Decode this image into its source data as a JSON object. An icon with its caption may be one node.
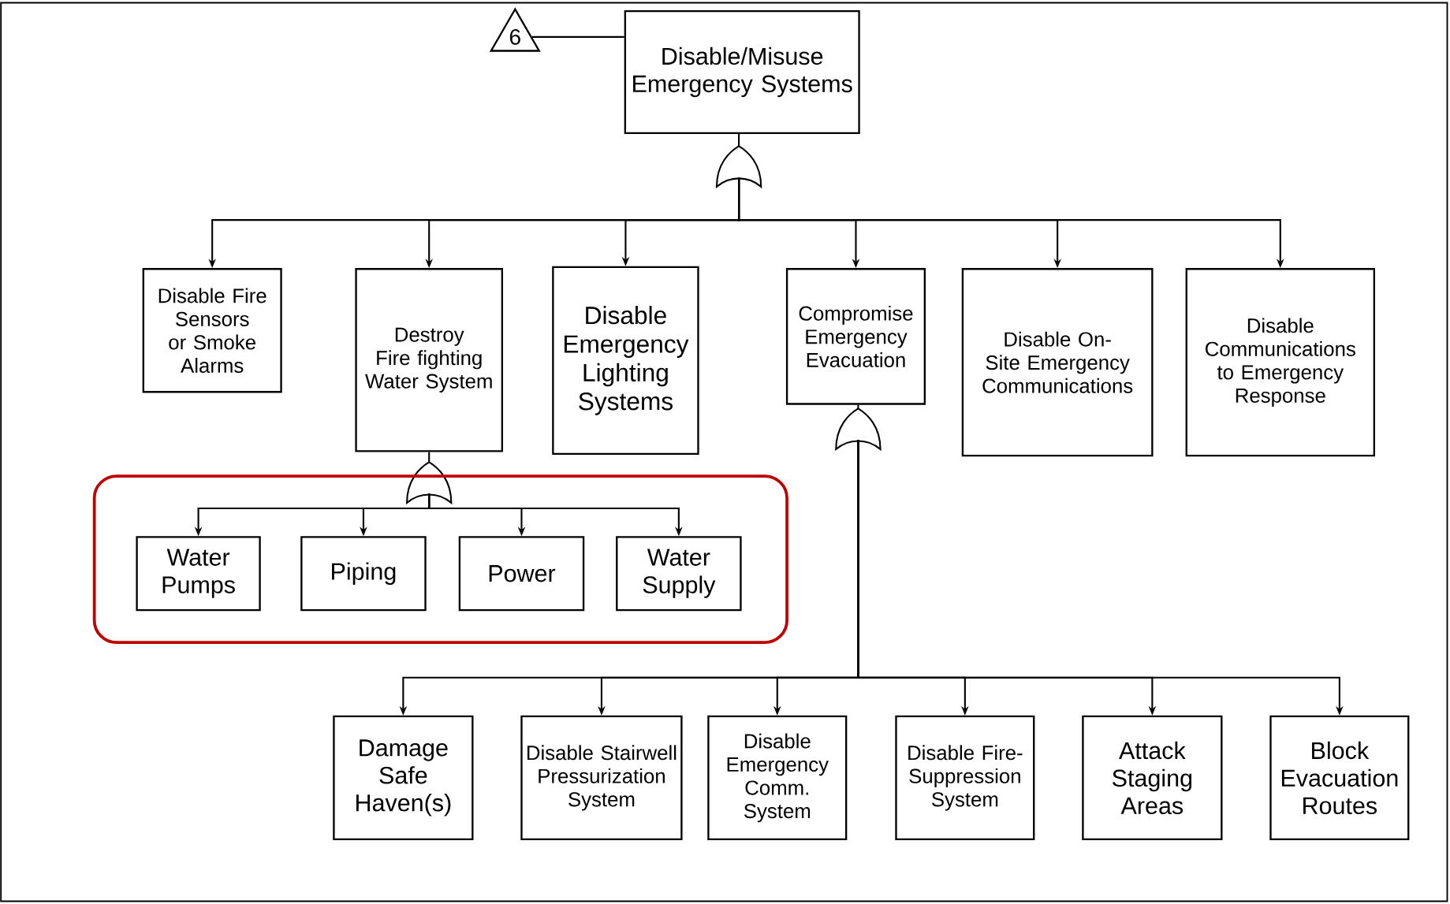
{
  "diagram": {
    "nodes": [
      {
        "text": [
          "6"
        ]
      },
      {
        "text": [
          "Disable/Misuse Emergency Systems"
        ]
      },
      {
        "text": [],
        "shape": "gate"
      },
      {
        "text": [
          "Disable Fire Sensors or Smoke Alarms"
        ]
      },
      {
        "text": [
          "Destroy Fire fighting Water System"
        ]
      },
      {
        "text": [
          "Disable Emergency Lighting Systems"
        ]
      },
      {
        "text": [
          "Compromise Emergency Evacuation"
        ]
      },
      {
        "text": [
          "Disable On-Site Emergency Communications"
        ]
      },
      {
        "text": [
          "Disable Communications to Emergency Response"
        ]
      },
      {
        "text": [],
        "shape": "gate"
      },
      {
        "text": [],
        "shape": "box"
      },
      {
        "text": [
          "Water Pumps"
        ],
        "in": 10
      },
      {
        "text": [
          "Piping"
        ],
        "in": 10
      },
      {
        "text": [
          "Power"
        ],
        "in": 10
      },
      {
        "text": [
          "Water Supply"
        ],
        "in": 10
      },
      {
        "text": [],
        "shape": "gate"
      },
      {
        "text": [
          "Damage Safe Haven(s)"
        ]
      },
      {
        "text": [
          "Disable Stairwell Pressurization System"
        ]
      },
      {
        "text": [
          "Disable Emergency Comm. System"
        ]
      },
      {
        "text": [
          "Disable Fire-Suppression System"
        ]
      },
      {
        "text": [
          "Attack Staging Areas"
        ]
      },
      {
        "text": [
          "Block Evacuation Routes"
        ]
      }
    ],
    "edges": [
      {
        "from": 0,
        "to": 1,
        "arrow": "none"
      },
      {
        "from": 1,
        "to": 2,
        "arrow": "none"
      },
      {
        "from": 2,
        "to": 3,
        "arrow": "to"
      },
      {
        "from": 2,
        "to": 4,
        "arrow": "to"
      },
      {
        "from": 2,
        "to": 5,
        "arrow": "to"
      },
      {
        "from": 2,
        "to": 6,
        "arrow": "to"
      },
      {
        "from": 2,
        "to": 7,
        "arrow": "to"
      },
      {
        "from": 2,
        "to": 8,
        "arrow": "to"
      },
      {
        "from": 4,
        "to": 9,
        "arrow": "none"
      },
      {
        "from": 9,
        "to": 11,
        "arrow": "to"
      },
      {
        "from": 9,
        "to": 12,
        "arrow": "to"
      },
      {
        "from": 9,
        "to": 13,
        "arrow": "to"
      },
      {
        "from": 9,
        "to": 14,
        "arrow": "to"
      },
      {
        "from": 6,
        "to": 15,
        "arrow": "none"
      },
      {
        "from": 15,
        "to": 16,
        "arrow": "to"
      },
      {
        "from": 15,
        "to": 17,
        "arrow": "to"
      },
      {
        "from": 15,
        "to": 18,
        "arrow": "to"
      },
      {
        "from": 15,
        "to": 19,
        "arrow": "to"
      },
      {
        "from": 15,
        "to": 20,
        "arrow": "to"
      },
      {
        "from": 15,
        "to": 21,
        "arrow": "to"
      }
    ]
  }
}
